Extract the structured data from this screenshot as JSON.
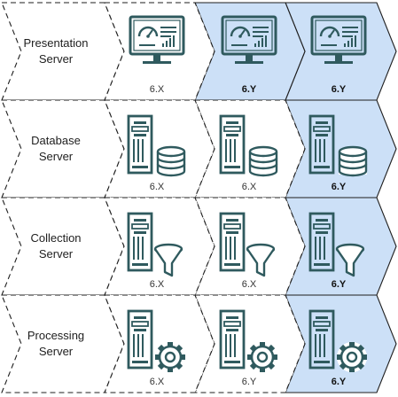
{
  "rows": [
    {
      "label_line1": "Presentation",
      "label_line2": "Server",
      "icon": "monitor-dashboard-icon",
      "versions": [
        "6.X",
        "6.Y",
        "6.Y"
      ],
      "upgraded": [
        false,
        true,
        true
      ]
    },
    {
      "label_line1": "Database",
      "label_line2": "Server",
      "icon": "server-database-icon",
      "versions": [
        "6.X",
        "6.X",
        "6.Y"
      ],
      "upgraded": [
        false,
        false,
        true
      ]
    },
    {
      "label_line1": "Collection",
      "label_line2": "Server",
      "icon": "server-funnel-icon",
      "versions": [
        "6.X",
        "6.X",
        "6.Y"
      ],
      "upgraded": [
        false,
        false,
        true
      ]
    },
    {
      "label_line1": "Processing",
      "label_line2": "Server",
      "icon": "server-gear-icon",
      "versions": [
        "6.X",
        "6.Y",
        "6.Y"
      ],
      "upgraded": [
        false,
        false,
        true
      ]
    }
  ],
  "colors": {
    "highlight_fill": "#cce0f7",
    "stroke": "#1e1e1e",
    "icon": "#2f5a5e"
  }
}
